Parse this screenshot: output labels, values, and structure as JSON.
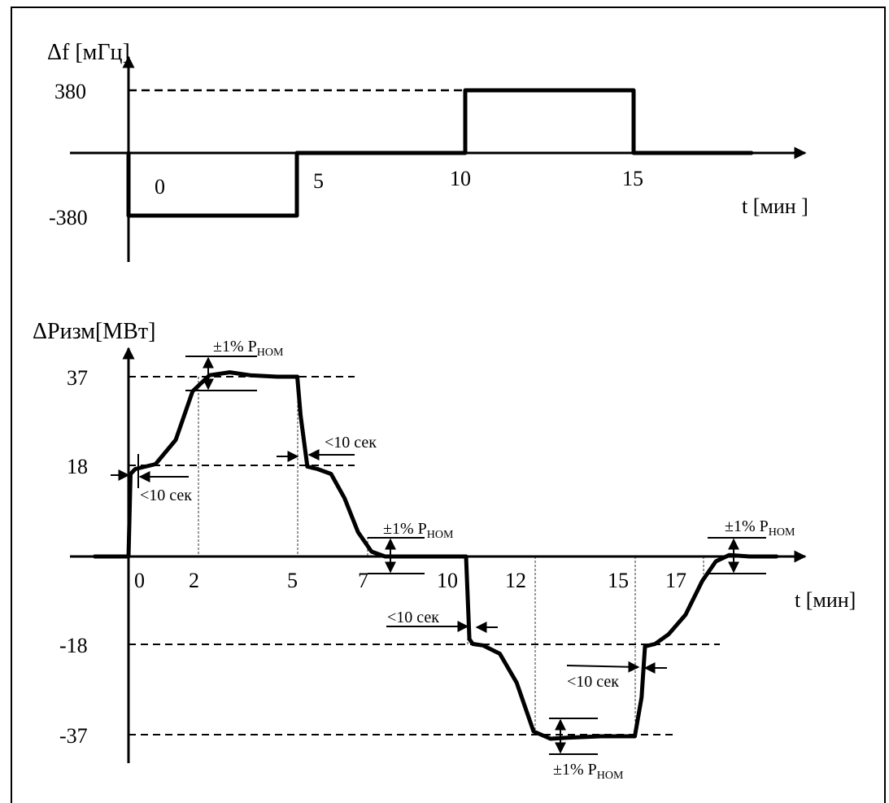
{
  "chart_data": [
    {
      "type": "line",
      "step": true,
      "ylabel": "Δf [мГц]",
      "xlabel": "t [мин ]",
      "y_ticks": [
        "380",
        "-380"
      ],
      "x_ticks": [
        "0",
        "5",
        "10",
        "15"
      ],
      "series": [
        {
          "x": [
            0,
            0,
            5,
            5,
            10,
            10,
            15,
            15,
            18.5
          ],
          "y": [
            0,
            -380,
            -380,
            0,
            0,
            380,
            380,
            0,
            0
          ]
        }
      ]
    },
    {
      "type": "line",
      "ylabel": "ΔPизм[МВт]",
      "xlabel": "t [мин]",
      "y_ticks": [
        "37",
        "18",
        "-18",
        "-37"
      ],
      "x_ticks": [
        "0",
        "2",
        "5",
        "7",
        "10",
        "12",
        "15",
        "17"
      ],
      "annotations": {
        "tolerance_label": "±1% P",
        "tolerance_sub": "НОМ",
        "time_label": "<10 сек"
      },
      "series": [
        {
          "x": [
            -1,
            0,
            0.06,
            0.2,
            0.8,
            1.4,
            1.9,
            2.4,
            3.0,
            3.6,
            4.4,
            5.0,
            5.1,
            5.3,
            5.6,
            6.0,
            6.4,
            6.8,
            7.2,
            7.6,
            8.2,
            9.0,
            10.0,
            10.1,
            10.2,
            10.5,
            11.0,
            11.5,
            12.0,
            12.5,
            13.0,
            14.0,
            15.0,
            15.2,
            15.3,
            15.6,
            16.0,
            16.5,
            17.0,
            17.4,
            17.8,
            18.4,
            19.2
          ],
          "y": [
            0,
            0,
            17,
            18,
            19,
            24,
            34,
            37.3,
            37.9,
            37.3,
            37,
            37,
            29,
            18.5,
            18,
            17,
            12,
            5,
            1,
            0,
            0,
            0,
            0,
            -17,
            -18,
            -18.3,
            -20,
            -26,
            -36,
            -37.5,
            -37.3,
            -37,
            -37,
            -29,
            -18.5,
            -18,
            -16,
            -12,
            -5,
            -1,
            0.3,
            0,
            0
          ]
        }
      ]
    }
  ]
}
